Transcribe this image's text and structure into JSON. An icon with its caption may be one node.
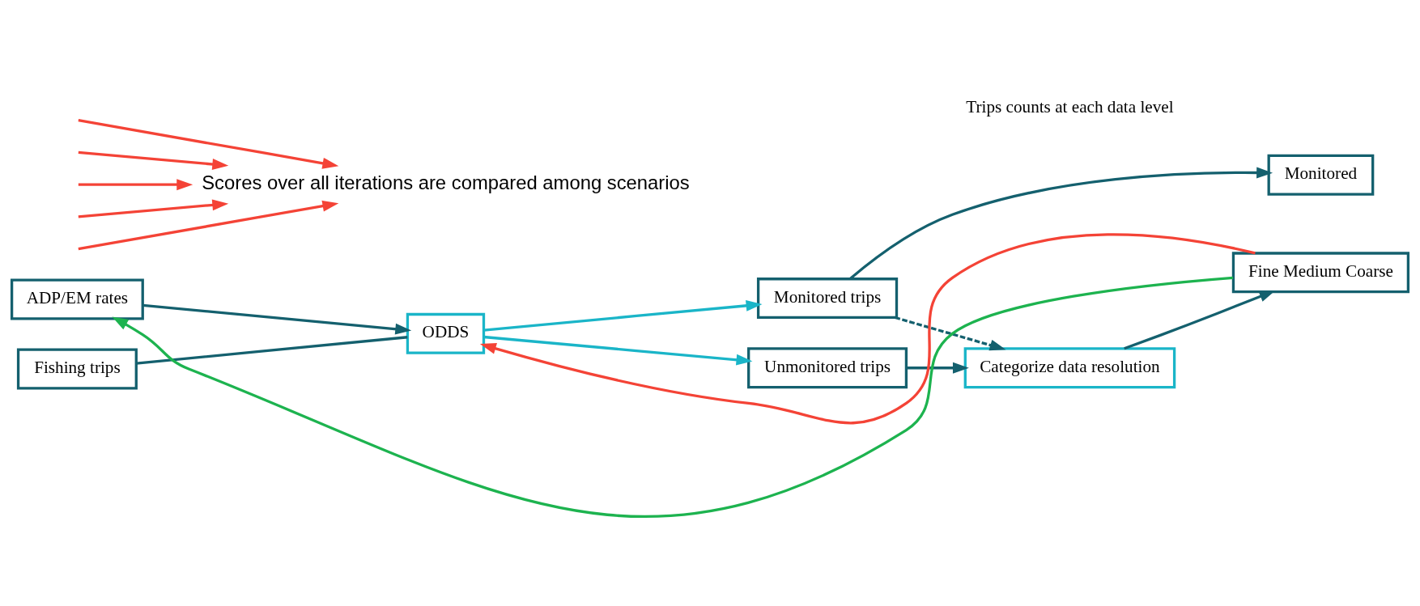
{
  "diagram": {
    "nodes": [
      {
        "text": [
          "ADP/EM rates"
        ]
      },
      {
        "text": [
          "Fishing trips"
        ]
      },
      {
        "text": [
          "ODDS"
        ]
      },
      {
        "text": [
          "Monitored trips"
        ]
      },
      {
        "text": [
          "Unmonitored trips"
        ]
      },
      {
        "text": [
          "Categorize data resolution"
        ]
      },
      {
        "text": [
          "Monitored"
        ]
      },
      {
        "text": [
          "Fine Medium Coarse"
        ]
      },
      {
        "text": [
          "Scores over all iterations are compared among scenarios"
        ]
      }
    ],
    "edges": [
      {
        "from": 0,
        "to": 2,
        "arrow": "to"
      },
      {
        "from": 1,
        "to": 2,
        "arrow": "none"
      },
      {
        "from": 2,
        "to": 3,
        "arrow": "to",
        "color": "#1ab5c8"
      },
      {
        "from": 2,
        "to": 4,
        "arrow": "to",
        "color": "#1ab5c8"
      },
      {
        "from": 3,
        "to": 6,
        "arrow": "to"
      },
      {
        "from": 3,
        "to": 5,
        "arrow": "to",
        "style": "dashed"
      },
      {
        "from": 4,
        "to": 5,
        "arrow": "to"
      },
      {
        "from": 5,
        "to": 7,
        "arrow": "to"
      },
      {
        "from": 7,
        "to": 2,
        "arrow": "to",
        "color": "#f44336"
      },
      {
        "from": 7,
        "to": 0,
        "arrow": "to",
        "color": "#1db34f"
      },
      {
        "from": null,
        "to": 8,
        "arrow": "to",
        "color": "#f44336"
      },
      {
        "from": null,
        "to": 8,
        "arrow": "to",
        "color": "#f44336"
      },
      {
        "from": null,
        "to": 8,
        "arrow": "to",
        "color": "#f44336"
      },
      {
        "from": null,
        "to": 8,
        "arrow": "to",
        "color": "#f44336"
      },
      {
        "from": null,
        "to": 8,
        "arrow": "to",
        "color": "#f44336"
      }
    ],
    "labels": [
      "Trips counts at each data level"
    ]
  }
}
